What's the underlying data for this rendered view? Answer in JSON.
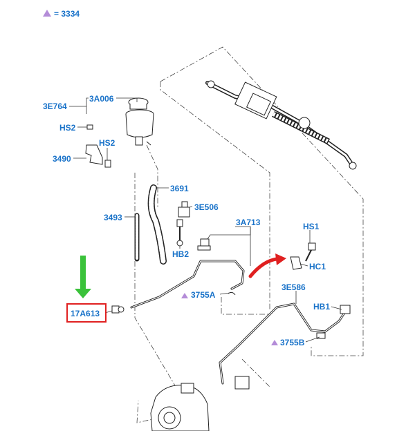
{
  "legend": {
    "symbol": "▲",
    "text": "= 3334"
  },
  "colors": {
    "label": "#1a73c9",
    "triangle": "#b48cd8",
    "highlight_box": "#e02020",
    "green_arrow": "#3ac23a",
    "red_arrow": "#e02020"
  },
  "labels": {
    "l_3e764": "3E764",
    "l_3a006": "3A006",
    "l_hs2_a": "HS2",
    "l_hs2_b": "HS2",
    "l_3490": "3490",
    "l_3691": "3691",
    "l_3e506": "3E506",
    "l_3493": "3493",
    "l_hb2": "HB2",
    "l_3a713": "3A713",
    "l_hs1": "HS1",
    "l_hc1": "HC1",
    "l_3755a": "3755A",
    "l_3e586": "3E586",
    "l_hb1": "HB1",
    "l_3755b": "3755B",
    "l_17a613": "17A613"
  }
}
